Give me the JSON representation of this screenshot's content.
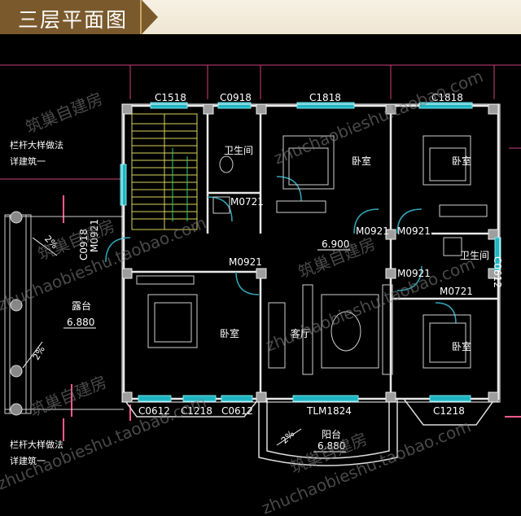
{
  "header": {
    "title": "三层平面图"
  },
  "plan": {
    "windows": [
      "C1518",
      "C0918",
      "C1818",
      "C1818",
      "C0612",
      "C1218",
      "C0612",
      "TLM1824",
      "C1218",
      "C0612",
      "C0918"
    ],
    "doors": [
      "M0721",
      "M0921",
      "M0921",
      "M0921",
      "M0921",
      "M0921",
      "M0721"
    ],
    "rooms": {
      "bath_top": "卫生间",
      "bed_center_top": "卧室",
      "bed_right_top": "卧室",
      "bath_right": "卫生间",
      "bed_left": "卧室",
      "living": "客厅",
      "bed_right_bottom": "卧室",
      "terrace": "露台",
      "balcony": "阳台"
    },
    "elevations": {
      "hall": "6.900",
      "terrace": "6.880",
      "balcony": "6.880"
    },
    "slopes": [
      "2%",
      "2%",
      "2%"
    ],
    "notes": {
      "railing_top_1": "栏杆大样做法",
      "railing_top_2": "详建筑一",
      "railing_bot_1": "栏杆大样做法",
      "railing_bot_2": "详建筑一"
    },
    "watermarks": [
      "筑巢自建房",
      "zhuchaobieshu.taobao.com",
      "筑巢自建房",
      "zhuchaobieshu.taobao.com",
      "筑巢自建房",
      "zhuchaobieshu.taobao.com",
      "筑巢自建房",
      "zhuchaobieshu.taobao.com",
      "筑巢自建房",
      "zhuchaobieshu.taobao.com"
    ]
  },
  "colors": {
    "wall": "#e8e8e8",
    "column": "#bdbdbd",
    "window": "#1fb5c2",
    "door": "#2fa8b8",
    "stairs": "#d9d45a",
    "dim": "#d0407a",
    "axis": "#ff5a8c"
  }
}
